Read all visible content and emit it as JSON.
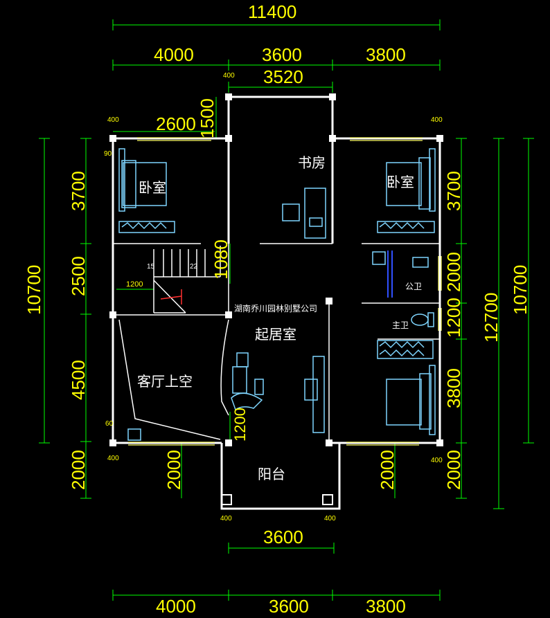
{
  "rooms": {
    "bedroom_left": "卧室",
    "study": "书房",
    "bedroom_right": "卧室",
    "living": "起居室",
    "void": "客厅上空",
    "public_bath": "公卫",
    "master_bath": "主卫",
    "balcony": "阳台"
  },
  "watermark": "湖南乔川园林别墅公司",
  "stair_numbers": {
    "start": "15",
    "end": "22"
  },
  "dimensions": {
    "top_total": "11400",
    "top_a": "4000",
    "top_b": "3600",
    "top_c": "3800",
    "top_study": "3520",
    "top_bedroom": "2600",
    "v_1500": "1500",
    "v_1080": "1080",
    "v_1200_stair": "1200",
    "v_1200_balcony": "1200",
    "left_3700": "3700",
    "left_2500": "2500",
    "left_4500": "4500",
    "left_2000": "2000",
    "left_total": "10700",
    "win_left_2000": "2000",
    "win_right_2000": "2000",
    "right_3700": "3700",
    "right_2000_bath": "2000",
    "right_1200": "1200",
    "right_3800": "3800",
    "right_2000_bottom": "2000",
    "right_12700": "12700",
    "right_total": "10700",
    "bottom_balcony": "3600",
    "bottom_a": "4000",
    "bottom_b": "3600",
    "bottom_c": "3800",
    "small_400": "400",
    "small_90": "90",
    "small_60": "60"
  }
}
